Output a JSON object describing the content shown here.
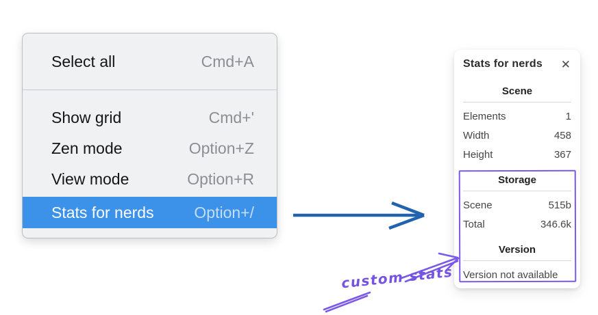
{
  "menu": {
    "sections": [
      {
        "items": [
          {
            "label": "Select all",
            "shortcut": "Cmd+A"
          }
        ]
      },
      {
        "items": [
          {
            "label": "Show grid",
            "shortcut": "Cmd+'"
          },
          {
            "label": "Zen mode",
            "shortcut": "Option+Z"
          },
          {
            "label": "View mode",
            "shortcut": "Option+R"
          },
          {
            "label": "Stats for nerds",
            "shortcut": "Option+/",
            "highlighted": true
          }
        ]
      }
    ],
    "highlight_color": "#3b92e8",
    "background_color": "#f0f1f3"
  },
  "stats_panel": {
    "title": "Stats for nerds",
    "close_icon": "✕",
    "sections": [
      {
        "heading": "Scene",
        "rows": [
          {
            "label": "Elements",
            "value": "1"
          },
          {
            "label": "Width",
            "value": "458"
          },
          {
            "label": "Height",
            "value": "367"
          }
        ]
      },
      {
        "heading": "Storage",
        "rows": [
          {
            "label": "Scene",
            "value": "515b"
          },
          {
            "label": "Total",
            "value": "346.6k"
          }
        ]
      },
      {
        "heading": "Version",
        "note": "Version not available"
      }
    ]
  },
  "annotation": {
    "label": "custom stats",
    "color": "#7553e2"
  },
  "connector_arrow_color": "#2263ae"
}
